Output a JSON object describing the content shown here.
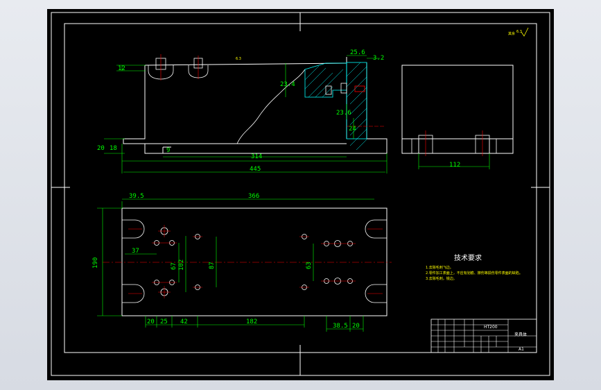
{
  "drawing": {
    "roughness": "其余",
    "roughness_value": "6.3",
    "surface_mark": "6.3",
    "front_view": {
      "dims": {
        "d12": "12",
        "d25_6": "25.6",
        "d3_2": "3.2",
        "d23_4": "23.4",
        "d23_6": "23.6",
        "d24": "24",
        "d20": "20",
        "d18": "18",
        "d9": "9",
        "d314": "314",
        "d445": "445"
      }
    },
    "side_view": {
      "dims": {
        "d112": "112"
      }
    },
    "top_view": {
      "dims": {
        "d39_5": "39.5",
        "d366": "366",
        "d190": "190",
        "d37": "37",
        "d67": "67",
        "d102": "102",
        "d87": "87",
        "d63": "63",
        "d20a": "20",
        "d25": "25",
        "d42": "42",
        "d182": "182",
        "d38_5": "38.5",
        "d20b": "20"
      }
    },
    "tech_requirements": {
      "title": "技术要求",
      "items": [
        "1.去除毛刺飞边。",
        "2.零件加工表面上，不应有划痕、擦伤等损伤零件表面的缺陷。",
        "3.去除毛刺，锐边。"
      ]
    },
    "title_block": {
      "material": "HT200",
      "part_name": "夹具体",
      "scale": "A1"
    }
  }
}
